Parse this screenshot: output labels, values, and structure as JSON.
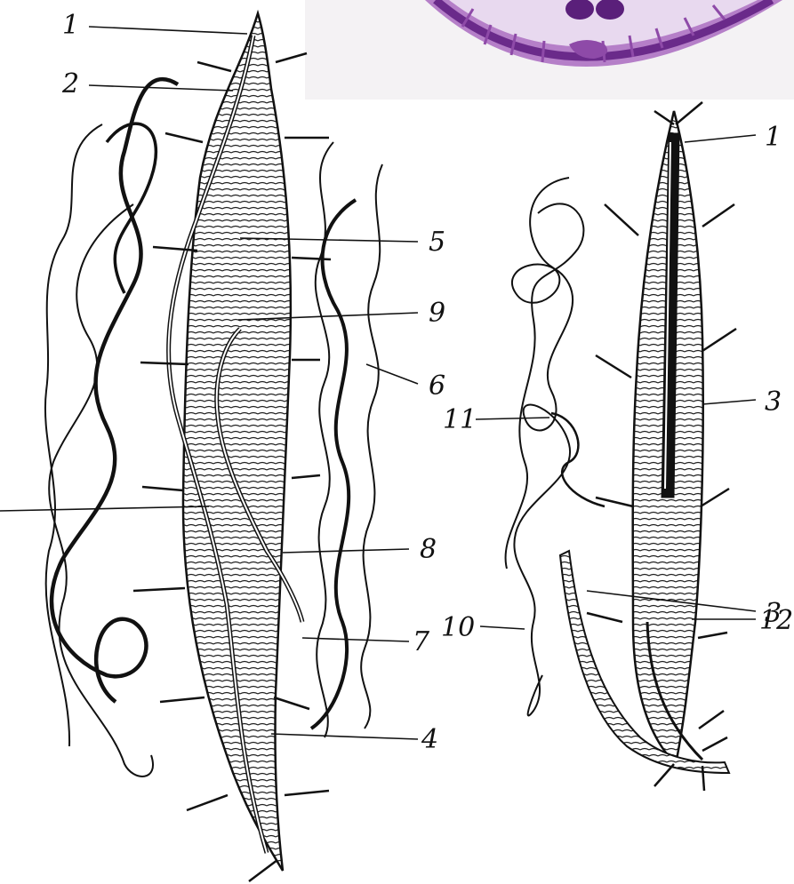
{
  "figure": {
    "left_specimen": {
      "labels": [
        "1",
        "2",
        "5",
        "9",
        "6",
        "8",
        "7",
        "4"
      ]
    },
    "right_specimen": {
      "labels": [
        "1",
        "3",
        "11",
        "3",
        "10",
        "12"
      ]
    },
    "micrograph_inset": {
      "colors": {
        "tissue": "#7a3a9a",
        "light": "#c9a8d8",
        "background": "#f4f2f4"
      }
    }
  },
  "colors": {
    "ink": "#111111",
    "paper": "#ffffff"
  }
}
